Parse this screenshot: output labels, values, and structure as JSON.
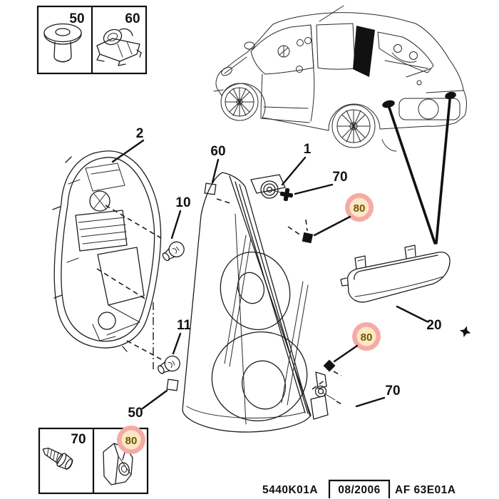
{
  "legend_top": {
    "slot1": "50",
    "slot2": "60"
  },
  "legend_bottom": {
    "slot1": "70",
    "slot2": "80"
  },
  "callouts": {
    "housing": "2",
    "lens": "1",
    "clip_upper": "60",
    "bulb_upper": "10",
    "screw_upper": "70",
    "nut_upper": "80",
    "side_lamp": "20",
    "nut_lower": "80",
    "bulb_lower": "11",
    "screw_lower": "70",
    "clip_lower": "50"
  },
  "footer": {
    "reference": "5440K01A",
    "date": "08/2006",
    "plate_code": "AF 63E01A"
  },
  "colors": {
    "badge_ring": "#f4aba4",
    "badge_fill": "#fbe7c5",
    "badge_text": "#6b5a00",
    "ink": "#1a1a1a"
  },
  "icons": {
    "grommet": "push-clip-grommet",
    "clamp": "metal-spring-clamp",
    "screw": "self-tapping-screw",
    "standoff_nut": "hex-standoff-nut",
    "bulb": "light-bulb",
    "cross_screw": "phillips-cross-marker",
    "star_screw": "four-point-star-marker",
    "clip_square": "open-square-marker",
    "nut_square": "filled-square-marker"
  }
}
